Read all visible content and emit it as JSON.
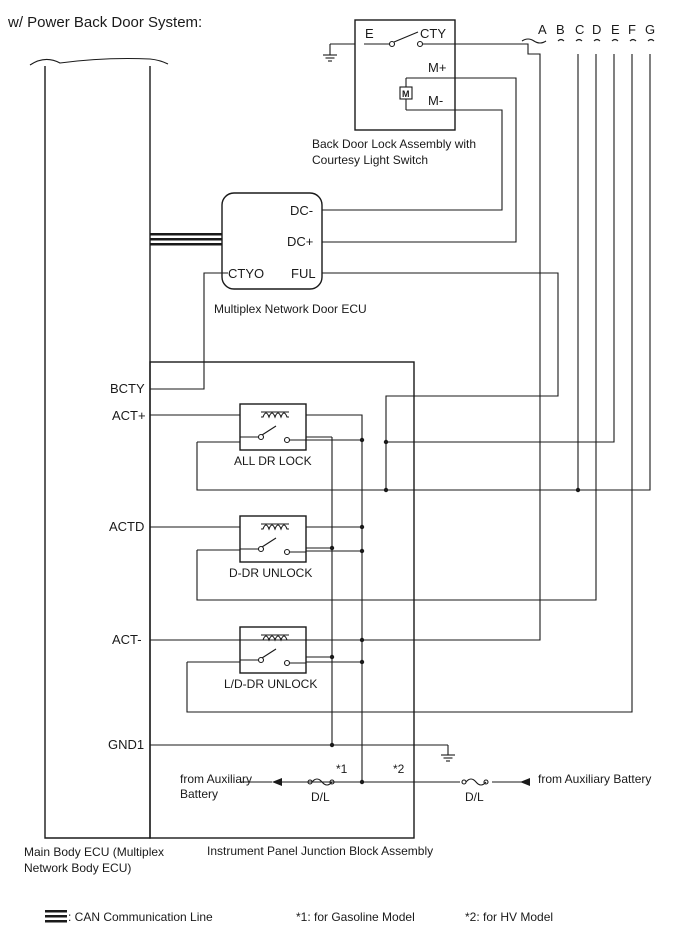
{
  "header": {
    "title": "w/ Power Back Door System:"
  },
  "connector_letters": [
    "A",
    "B",
    "C",
    "D",
    "E",
    "F",
    "G"
  ],
  "back_door_lock": {
    "caption_line1": "Back Door Lock Assembly with",
    "caption_line2": "Courtesy Light Switch",
    "pin_e": "E",
    "pin_cty": "CTY",
    "pin_mplus": "M+",
    "pin_mminus": "M-",
    "motor_symbol": "M"
  },
  "door_ecu": {
    "caption": "Multiplex Network Door ECU",
    "pin_dcminus": "DC-",
    "pin_dcplus": "DC+",
    "pin_ctyo": "CTYO",
    "pin_ful": "FUL"
  },
  "main_body_ecu": {
    "caption_line1": "Main Body ECU (Multiplex",
    "caption_line2": "Network Body ECU)",
    "pins": {
      "bcty": "BCTY",
      "act_plus": "ACT+",
      "actd": "ACTD",
      "act_minus": "ACT-",
      "gnd1": "GND1"
    }
  },
  "junction_block": {
    "caption": "Instrument Panel Junction Block Assembly",
    "relays": [
      "ALL DR LOCK",
      "D-DR UNLOCK",
      "L/D-DR UNLOCK"
    ],
    "fuse_label": "D/L",
    "note1": "*1",
    "note2": "*2",
    "from_aux_left_line1": "from Auxiliary",
    "from_aux_left_line2": "Battery",
    "from_aux_right": "from Auxiliary Battery"
  },
  "legend": {
    "can_line": ": CAN Communication Line",
    "note1": "*1: for Gasoline Model",
    "note2": "*2: for HV Model"
  }
}
